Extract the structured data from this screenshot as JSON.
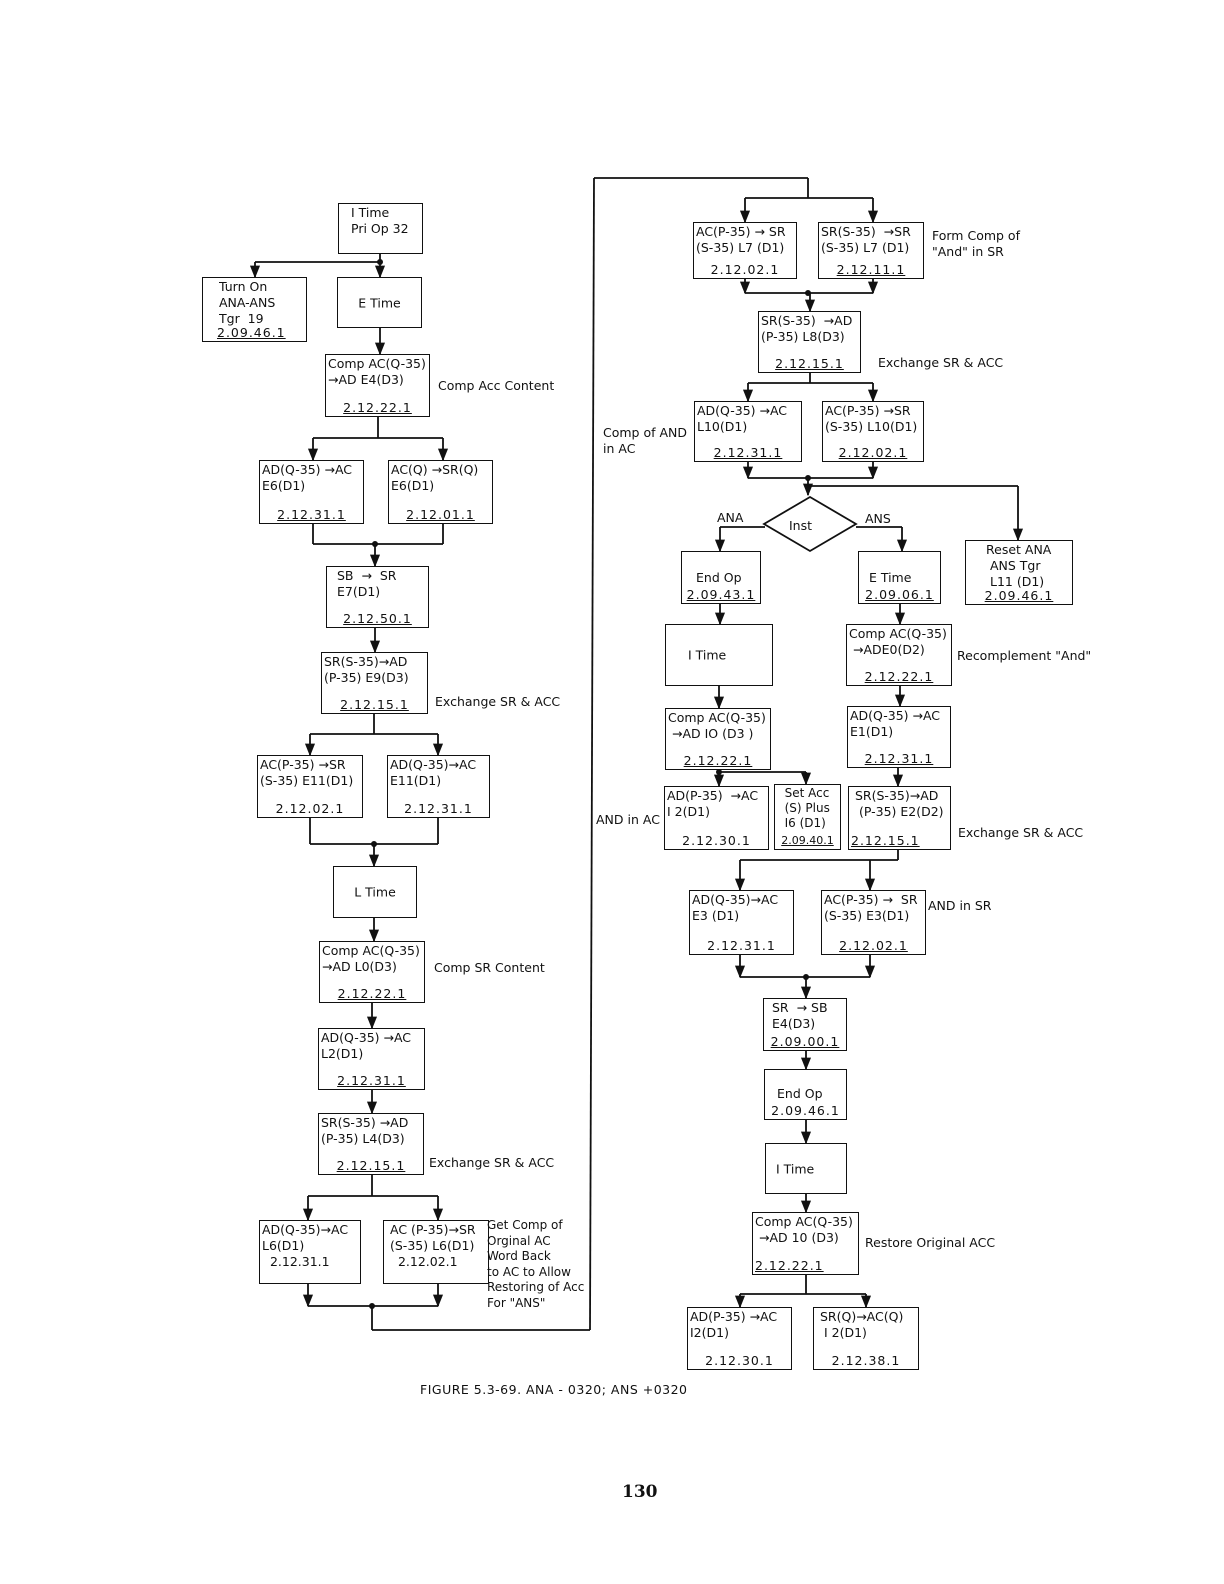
{
  "boxes": {
    "i_time_pri": {
      "lines": "I Time\nPri Op 32",
      "code": ""
    },
    "turn_on": {
      "lines": "Turn On\nANA-ANS\nTgr  19",
      "code": "2.09.46.1"
    },
    "e_time_left": {
      "lines": "",
      "center": "E Time",
      "code": ""
    },
    "comp_ac_e4": {
      "lines": "Comp AC(Q-35)\n→AD E4(D3)",
      "code": "2.12.22.1"
    },
    "ad_e6": {
      "lines": "AD(Q-35) →AC\nE6(D1)",
      "code": "2.12.31.1"
    },
    "ac_sr_e6": {
      "lines": "AC(Q) →SR(Q)\nE6(D1)",
      "code": "2.12.01.1"
    },
    "sb_sr_e7": {
      "lines": "SB  →  SR\nE7(D1)",
      "code": "2.12.50.1"
    },
    "sr_ad_e9": {
      "lines": "SR(S-35)→AD\n(P-35) E9(D3)",
      "code": "2.12.15.1"
    },
    "ac_sr_e11": {
      "lines": "AC(P-35) →SR\n(S-35) E11(D1)",
      "code": "2.12.02.1"
    },
    "ad_e11": {
      "lines": "AD(Q-35)→AC\nE11(D1)",
      "code": "2.12.31.1"
    },
    "l_time": {
      "lines": "",
      "center": "L Time",
      "code": ""
    },
    "comp_ac_l0": {
      "lines": "Comp AC(Q-35)\n→AD L0(D3)",
      "code": "2.12.22.1"
    },
    "ad_l2": {
      "lines": "AD(Q-35) →AC\nL2(D1)",
      "code": "2.12.31.1"
    },
    "sr_ad_l4": {
      "lines": "SR(S-35) →AD\n(P-35) L4(D3)",
      "code": "2.12.15.1"
    },
    "ad_l6": {
      "lines": "AD(Q-35)→AC\nL6(D1)\n  2.12.31.1",
      "code": ""
    },
    "ac_sr_l6": {
      "lines": "AC (P-35)→SR\n(S-35) L6(D1)\n  2.12.02.1",
      "code": ""
    },
    "ac_sr_l7": {
      "lines": "AC(P-35) → SR\n(S-35) L7 (D1)",
      "code": "2.12.02.1"
    },
    "sr_sr_l7": {
      "lines": "SR(S-35)  →SR\n(S-35) L7 (D1)",
      "code": "2.12.11.1"
    },
    "sr_ad_l8": {
      "lines": "SR(S-35)  →AD\n(P-35) L8(D3)",
      "code": "2.12.15.1"
    },
    "ad_l10": {
      "lines": "AD(Q-35) →AC\nL10(D1)",
      "code": "2.12.31.1"
    },
    "ac_sr_l10": {
      "lines": "AC(P-35) →SR\n(S-35) L10(D1)",
      "code": "2.12.02.1"
    },
    "reset_ana": {
      "lines": "Reset ANA\n ANS Tgr\n L11 (D1)",
      "code": "2.09.46.1"
    },
    "end_op_ana": {
      "lines": "End Op",
      "code": "2.09.43.1"
    },
    "e_time_ans": {
      "lines": "  E Time",
      "code": "2.09.06.1"
    },
    "i_time_mid": {
      "lines": "",
      "center": "I Time",
      "code": ""
    },
    "comp_ac_ade0": {
      "lines": "Comp AC(Q-35)\n →ADE0(D2)",
      "code": "2.12.22.1"
    },
    "comp_ac_io": {
      "lines": "Comp AC(Q-35)\n →AD IO (D3 )",
      "code": "2.12.22.1"
    },
    "ad_e1": {
      "lines": "AD(Q-35) →AC\nE1(D1)",
      "code": "2.12.31.1"
    },
    "ad_i2_left": {
      "lines": "AD(P-35)  →AC\nI 2(D1)",
      "code": "2.12.30.1"
    },
    "set_acc": {
      "lines": "  Set Acc\n  (S) Plus\n  I6 (D1)",
      "code": "2.09.40.1"
    },
    "sr_ad_e2": {
      "lines": "SR(S-35)→AD\n (P-35) E2(D2)",
      "code": "2.12.15.1"
    },
    "ad_e3": {
      "lines": "AD(Q-35)→AC\nE3 (D1)",
      "code": "2.12.31.1"
    },
    "ac_sr_e3": {
      "lines": "AC(P-35) →  SR\n(S-35) E3(D1)",
      "code": "2.12.02.1"
    },
    "sr_sb_e4": {
      "lines": "SR  → SB\nE4(D3)",
      "code": "2.09.00.1"
    },
    "end_op_final": {
      "lines": "End Op",
      "code": "2.09.46.1"
    },
    "i_time_final": {
      "lines": "",
      "center": "I Time",
      "code": ""
    },
    "comp_ac_10": {
      "lines": "Comp AC(Q-35)\n →AD 10 (D3)",
      "code": "2.12.22.1"
    },
    "ad_i2_final": {
      "lines": "AD(P-35) →AC\nI2(D1)",
      "code": "2.12.30.1"
    },
    "sr_ac_i2": {
      "lines": "SR(Q)→AC(Q)\n I 2(D1)",
      "code": "2.12.38.1"
    }
  },
  "labels": {
    "comp_acc_content": "Comp Acc Content",
    "exchange_1": "Exchange SR & ACC",
    "comp_sr_content": "Comp SR Content",
    "exchange_2": "Exchange SR & ACC",
    "get_comp": "Get Comp of\nOrginal AC\nWord Back\nto AC to Allow\nRestoring of Acc\nFor \"ANS\"",
    "form_comp": "Form Comp of\n\"And\" in SR",
    "exchange_3": "Exchange SR & ACC",
    "comp_of_and": "Comp of AND\nin AC",
    "ana": "ANA",
    "ans": "ANS",
    "inst": "Inst",
    "recomplement": "Recomplement \"And\"",
    "and_in_ac": "AND in AC",
    "exchange_4": "Exchange SR & ACC",
    "and_in_sr": "AND in SR",
    "restore": "Restore Original ACC"
  },
  "caption": "FIGURE 5.3-69.  ANA - 0320;  ANS +0320",
  "page_number": "130"
}
